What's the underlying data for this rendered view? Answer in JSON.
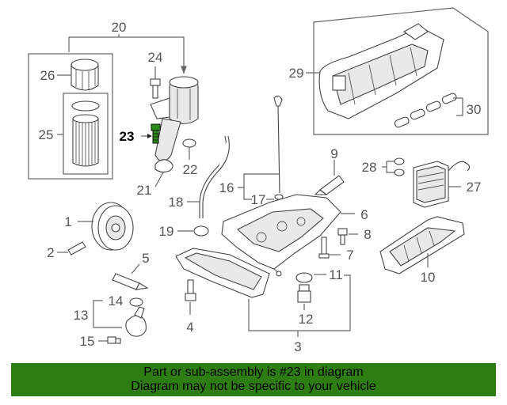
{
  "diagram": {
    "callouts": [
      "1",
      "2",
      "3",
      "4",
      "5",
      "6",
      "7",
      "8",
      "9",
      "10",
      "11",
      "12",
      "13",
      "14",
      "15",
      "16",
      "17",
      "18",
      "19",
      "20",
      "21",
      "22",
      "23",
      "24",
      "25",
      "26",
      "27",
      "28",
      "29",
      "30"
    ],
    "highlighted_callout": "23"
  },
  "footer": {
    "line1": "Part or sub-assembly is #23 in diagram",
    "line2": "Diagram may not be specific to your vehicle"
  },
  "colors": {
    "footer_bg": "#2e7d12",
    "highlight_part": "#2a8a1a",
    "line": "#666666"
  }
}
